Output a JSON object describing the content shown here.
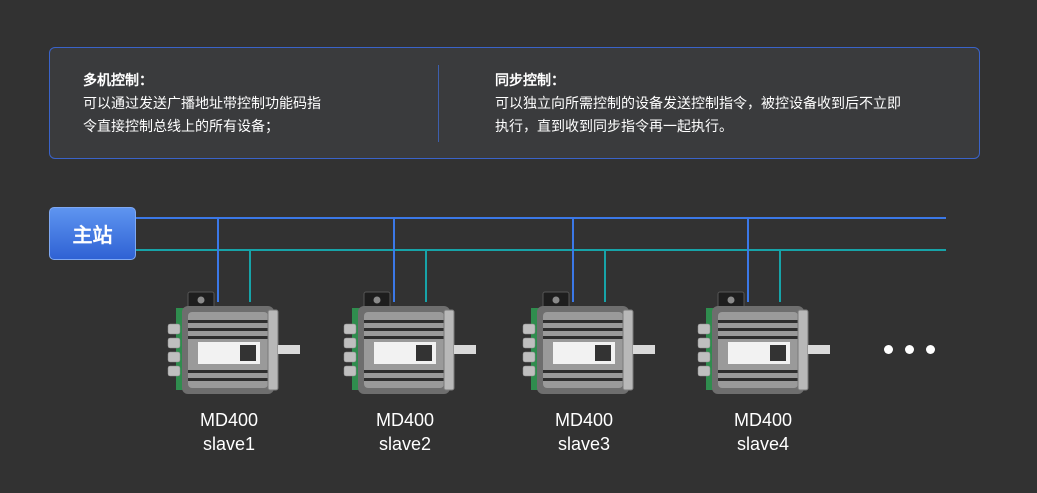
{
  "info": {
    "left": {
      "title": "多机控制：",
      "lines": [
        "可以通过发送广播地址带控制功能码指",
        "令直接控制总线上的所有设备；"
      ]
    },
    "right": {
      "title": "同步控制：",
      "lines": [
        "可以独立向所需控制的设备发送控制指令，被控设备收到后不立即",
        "执行，直到收到同步指令再一起执行。"
      ]
    }
  },
  "master_label": "主站",
  "nodes": [
    {
      "model": "MD400",
      "name": "slave1"
    },
    {
      "model": "MD400",
      "name": "slave2"
    },
    {
      "model": "MD400",
      "name": "slave3"
    },
    {
      "model": "MD400",
      "name": "slave4"
    }
  ],
  "colors": {
    "bus_blue": "#3b78e7",
    "bus_teal": "#17a3a8",
    "accent_border": "#3a63c9",
    "background": "#323232"
  },
  "icons": {
    "motor": "stepper-motor-icon",
    "more": "ellipsis-icon"
  }
}
